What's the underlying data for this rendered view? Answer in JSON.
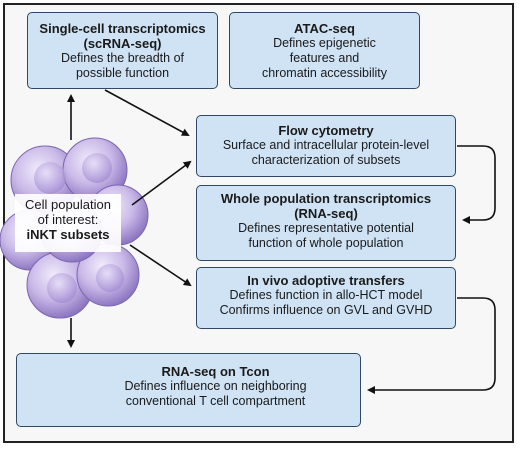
{
  "boxes": {
    "scrna": {
      "title_1": "Single-cell transcriptomics",
      "title_2": "(scRNA-seq)",
      "line_1": "Defines the breadth of",
      "line_2": "possible function"
    },
    "atac": {
      "title": "ATAC-seq",
      "line_1": "Defines epigenetic",
      "line_2": "features and",
      "line_3": "chromatin accessibility"
    },
    "flow": {
      "title": "Flow cytometry",
      "line_1": "Surface and intracellular protein-level",
      "line_2": "characterization of subsets"
    },
    "whole": {
      "title_1": "Whole population transcriptomics",
      "title_2": "(RNA-seq)",
      "line_1": "Defines representative potential",
      "line_2": "function of whole population"
    },
    "invivo": {
      "title": "In vivo adoptive transfers",
      "line_1": "Defines function in allo-HCT model",
      "line_2": "Confirms influence on GVL and GVHD"
    },
    "tcon": {
      "title": "RNA-seq on Tcon",
      "line_1": "Defines influence on neighboring",
      "line_2": "conventional T cell compartment"
    }
  },
  "center": {
    "line_1": "Cell population",
    "line_2": "of interest:",
    "line_3": "iNKT subsets"
  },
  "colors": {
    "box_fill": "#cfe3f5",
    "box_border": "#2c4a66",
    "cell_purple": "#b9a6dd",
    "arrow": "#111111"
  },
  "icons": [
    "cell-cluster-icon",
    "tcon-cells-icon"
  ]
}
